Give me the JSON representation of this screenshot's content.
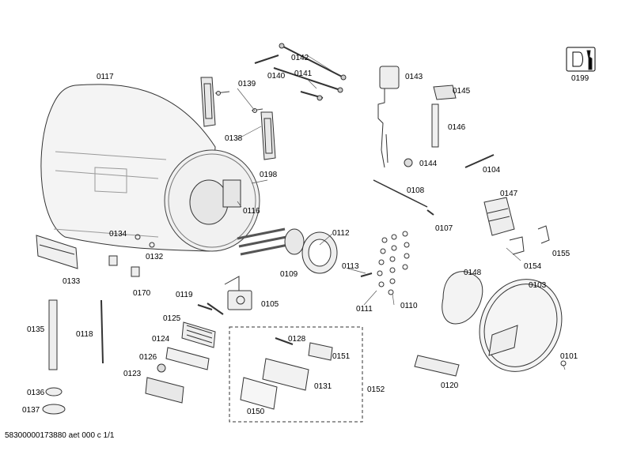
{
  "footer": "58300000173880 aet 000 c 1/1",
  "parts": [
    {
      "id": "0117"
    },
    {
      "id": "0139"
    },
    {
      "id": "0138"
    },
    {
      "id": "0142"
    },
    {
      "id": "0140"
    },
    {
      "id": "0141"
    },
    {
      "id": "0143"
    },
    {
      "id": "0145"
    },
    {
      "id": "0146"
    },
    {
      "id": "0199"
    },
    {
      "id": "0198"
    },
    {
      "id": "0116"
    },
    {
      "id": "0144"
    },
    {
      "id": "0104"
    },
    {
      "id": "0108"
    },
    {
      "id": "0147"
    },
    {
      "id": "0107"
    },
    {
      "id": "0134"
    },
    {
      "id": "0132"
    },
    {
      "id": "0133"
    },
    {
      "id": "0170"
    },
    {
      "id": "0112"
    },
    {
      "id": "0109"
    },
    {
      "id": "0113"
    },
    {
      "id": "0111"
    },
    {
      "id": "0110"
    },
    {
      "id": "0154"
    },
    {
      "id": "0155"
    },
    {
      "id": "0148"
    },
    {
      "id": "0103"
    },
    {
      "id": "0119"
    },
    {
      "id": "0105"
    },
    {
      "id": "0125"
    },
    {
      "id": "0135"
    },
    {
      "id": "0118"
    },
    {
      "id": "0124"
    },
    {
      "id": "0128"
    },
    {
      "id": "0151"
    },
    {
      "id": "0126"
    },
    {
      "id": "0123"
    },
    {
      "id": "0131"
    },
    {
      "id": "0152"
    },
    {
      "id": "0136"
    },
    {
      "id": "0150"
    },
    {
      "id": "0137"
    },
    {
      "id": "0120"
    },
    {
      "id": "0101"
    }
  ]
}
